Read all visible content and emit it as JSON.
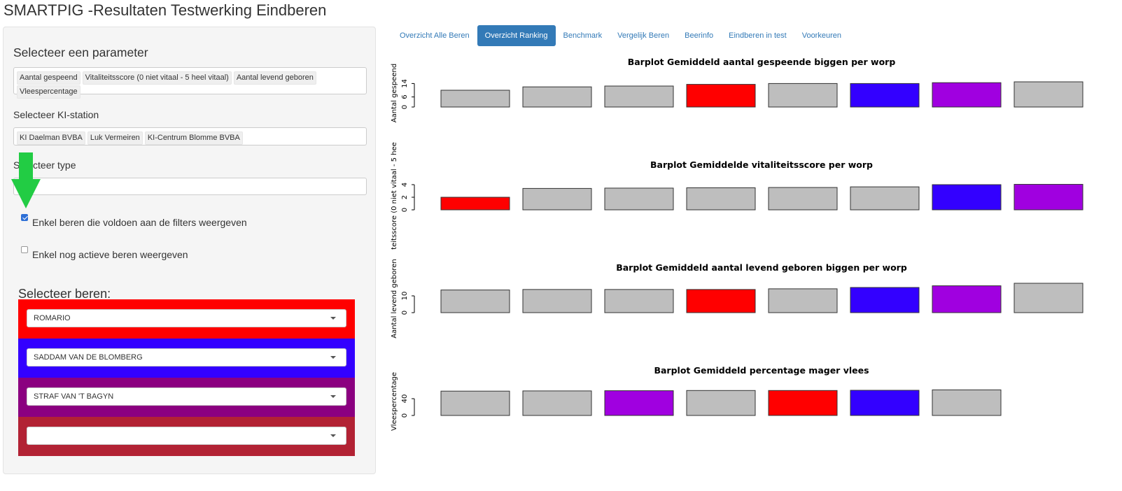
{
  "app": {
    "title": "SMARTPIG -Resultaten Testwerking Eindberen"
  },
  "sidebar": {
    "parameter_title": "Selecteer een parameter",
    "parameter_tags": [
      "Aantal gespeend",
      "Vitaliteitsscore (0 niet vitaal - 5 heel vitaal)",
      "Aantal levend geboren",
      "Vleespercentage"
    ],
    "station_label": "Selecteer KI-station",
    "station_tags": [
      "KI Daelman BVBA",
      "Luk Vermeiren",
      "KI-Centrum Blomme BVBA"
    ],
    "type_label": "Selecteer type",
    "type_value": "",
    "checkbox_filters": {
      "label": "Enkel beren die voldoen aan de filters weergeven",
      "checked": true
    },
    "checkbox_active": {
      "label": "Enkel nog actieve beren weergeven",
      "checked": false
    },
    "beren_title": "Selecteer beren:",
    "beren": [
      {
        "value": "ROMARIO",
        "color": "#ff0000"
      },
      {
        "value": "SADDAM VAN DE BLOMBERG",
        "color": "#3300ff"
      },
      {
        "value": "STRAF VAN 'T BAGYN",
        "color": "#8b0080"
      },
      {
        "value": "",
        "color": "#b22234"
      }
    ]
  },
  "tabs": [
    {
      "label": "Overzicht Alle Beren",
      "active": false
    },
    {
      "label": "Overzicht Ranking",
      "active": true
    },
    {
      "label": "Benchmark",
      "active": false
    },
    {
      "label": "Vergelijk Beren",
      "active": false
    },
    {
      "label": "Beerinfo",
      "active": false
    },
    {
      "label": "Eindberen in test",
      "active": false
    },
    {
      "label": "Voorkeuren",
      "active": false
    }
  ],
  "colors": {
    "gray": "#bebebe",
    "red": "#ff0000",
    "blue": "#3300ff",
    "purple": "#a000e0"
  },
  "chart_data": [
    {
      "type": "bar",
      "title": "Barplot Gemiddeld aantal gespeende biggen per worp",
      "ylabel": "Aantal gespeend",
      "yticks": [
        0,
        6,
        14
      ],
      "ylim": [
        0,
        15
      ],
      "values": [
        10,
        12,
        12.5,
        13.5,
        14,
        14,
        14.5,
        15
      ],
      "colors": [
        "gray",
        "gray",
        "gray",
        "red",
        "gray",
        "blue",
        "purple",
        "gray"
      ]
    },
    {
      "type": "bar",
      "title": "Barplot Gemiddelde vitaliteitsscore per worp",
      "ylabel": "teitsscore (0 niet vitaal - 5 hee",
      "yticks": [
        0,
        2,
        4
      ],
      "ylim": [
        0,
        4
      ],
      "values": [
        2.0,
        3.4,
        3.45,
        3.5,
        3.55,
        3.65,
        4.0,
        4.05
      ],
      "colors": [
        "red",
        "gray",
        "gray",
        "gray",
        "gray",
        "gray",
        "blue",
        "purple"
      ]
    },
    {
      "type": "bar",
      "title": "Barplot Gemiddeld aantal levend geboren biggen per worp",
      "ylabel": "Aantal levend geboren",
      "yticks": [
        0,
        10
      ],
      "ylim": [
        0,
        15
      ],
      "values": [
        13.5,
        13.8,
        13.8,
        13.8,
        14.2,
        15.0,
        16.0,
        17.5
      ],
      "colors": [
        "gray",
        "gray",
        "gray",
        "red",
        "gray",
        "blue",
        "purple",
        "gray"
      ]
    },
    {
      "type": "bar",
      "title": "Barplot Gemiddeld percentage mager vlees",
      "ylabel": "Vleespercentage",
      "yticks": [
        0,
        40
      ],
      "ylim": [
        0,
        60
      ],
      "values": [
        58.0,
        58.5,
        59.0,
        59.5,
        59.5,
        60.0,
        61.0
      ],
      "colors": [
        "gray",
        "gray",
        "purple",
        "gray",
        "red",
        "blue",
        "gray"
      ]
    }
  ]
}
